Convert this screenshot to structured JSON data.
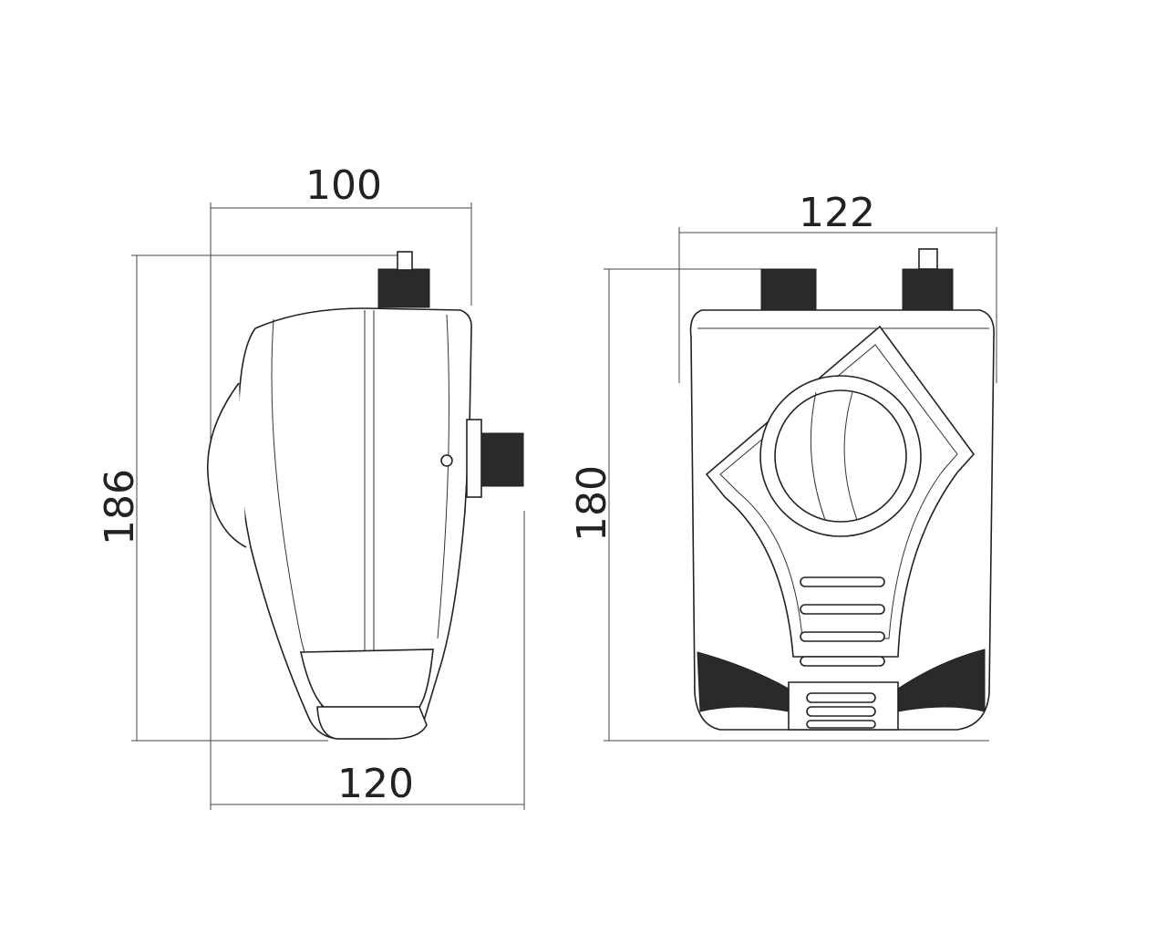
{
  "side_view": {
    "width_top": "100",
    "height": "186",
    "width_bottom": "120"
  },
  "front_view": {
    "width": "122",
    "height": "180"
  }
}
